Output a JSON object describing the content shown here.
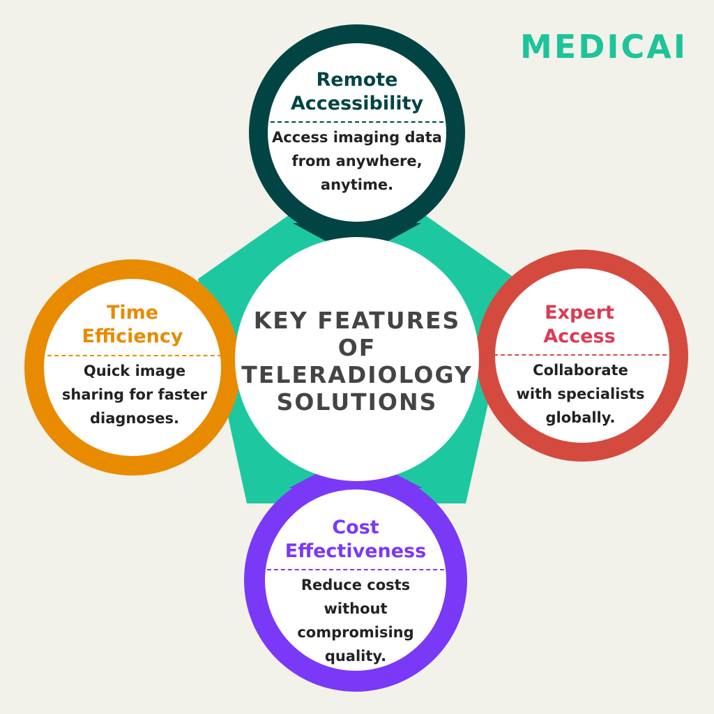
{
  "logo": "MEDICAI",
  "center_title": "KEY FEATURES OF TELERADIOLOGY SOLUTIONS",
  "colors": {
    "pentagon": "#1dc8a0",
    "top": "#024444",
    "left": "#e88b00",
    "right": "#d44a3f",
    "bottom": "#7a38f7",
    "background": "#f2f2ea"
  },
  "features": [
    {
      "title": "Remote Accessibility",
      "desc": "Access imaging data from anywhere, anytime."
    },
    {
      "title": "Time Efficiency",
      "desc": "Quick image sharing for faster diagnoses."
    },
    {
      "title": "Expert Access",
      "desc": "Collaborate with specialists globally."
    },
    {
      "title": "Cost Effectiveness",
      "desc": "Reduce costs without compromising quality."
    }
  ]
}
